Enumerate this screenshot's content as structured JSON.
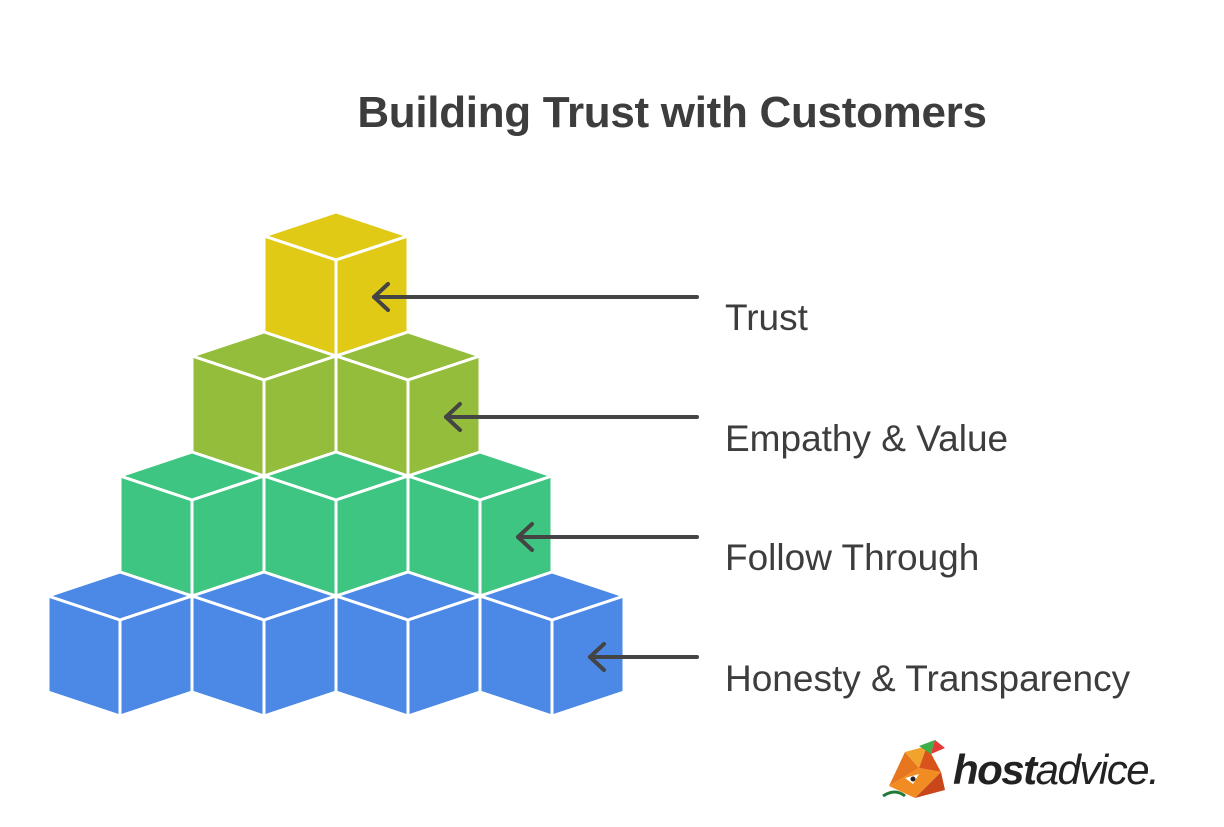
{
  "title": "Building Trust with Customers",
  "layers": [
    {
      "label": "Trust",
      "color": "#E0CA16",
      "cubes": 1
    },
    {
      "label": "Empathy & Value",
      "color": "#93BD3A",
      "cubes": 2
    },
    {
      "label": "Follow Through",
      "color": "#3DC581",
      "cubes": 3
    },
    {
      "label": "Honesty & Transparency",
      "color": "#4C88E6",
      "cubes": 4
    }
  ],
  "arrow_color": "#444444",
  "logo": {
    "bold": "host",
    "regular": "advice."
  }
}
